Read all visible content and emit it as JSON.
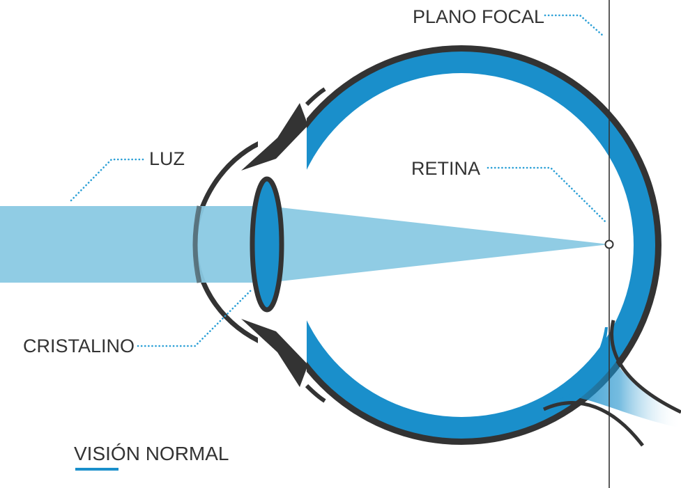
{
  "diagram": {
    "title": "VISIÓN NORMAL",
    "labels": {
      "focal_plane": "PLANO FOCAL",
      "light": "LUZ",
      "retina": "RETINA",
      "lens": "CRISTALINO"
    }
  },
  "colors": {
    "blue": "#1a8fcb",
    "light_blue": "#8ac9e3",
    "dark": "#333333",
    "dotted_line": "#2a9fd6"
  }
}
